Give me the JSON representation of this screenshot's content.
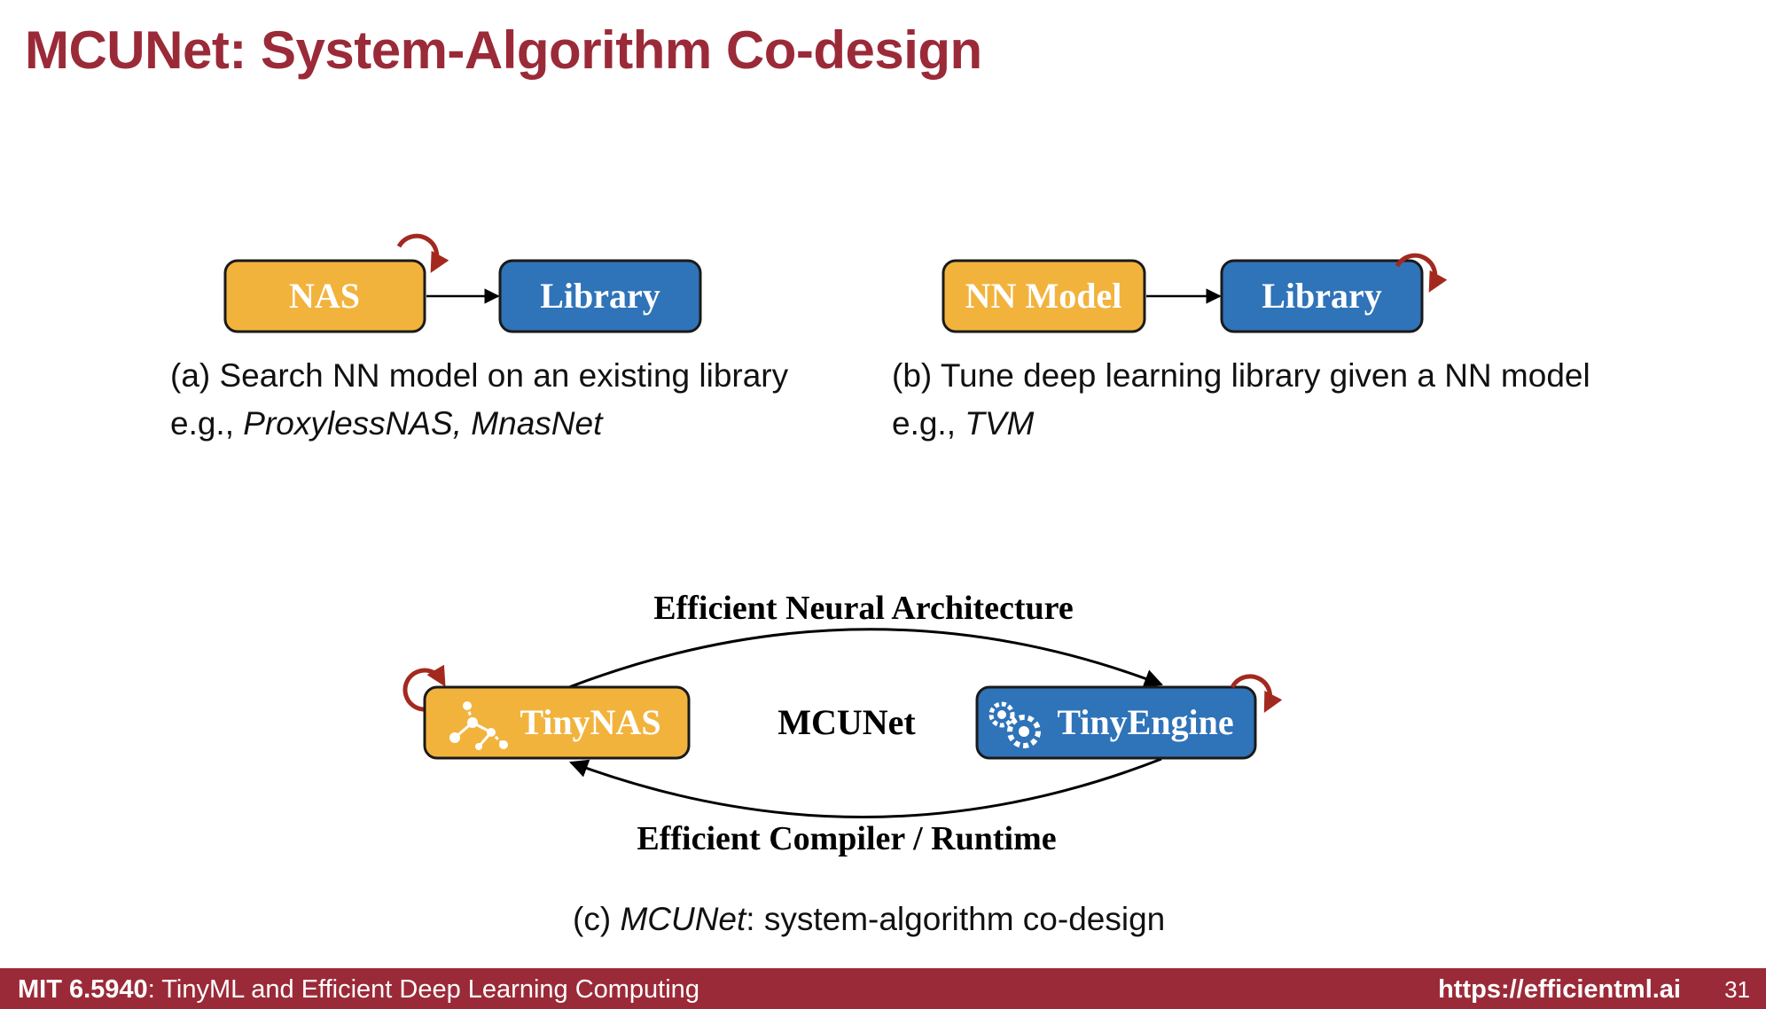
{
  "slide": {
    "title": "MCUNet: System-Algorithm Co-design"
  },
  "panel_a": {
    "box_left": "NAS",
    "box_right": "Library",
    "caption_line1": "(a) Search NN model on an existing library",
    "caption_prefix": "e.g., ",
    "caption_examples": "ProxylessNAS, MnasNet"
  },
  "panel_b": {
    "box_left": "NN Model",
    "box_right": "Library",
    "caption_line1": "(b) Tune deep learning library given a NN model",
    "caption_prefix": "e.g., ",
    "caption_examples": "TVM"
  },
  "panel_c": {
    "top_label": "Efficient Neural Architecture",
    "center_label": "MCUNet",
    "bottom_label": "Efficient Compiler / Runtime",
    "box_left": "TinyNAS",
    "box_right": "TinyEngine",
    "box_left_icon": "network-graph-icon",
    "box_right_icon": "gears-icon",
    "caption_prefix": "(c) ",
    "caption_name": "MCUNet",
    "caption_suffix": ": system-algorithm co-design"
  },
  "footer": {
    "course_code": "MIT 6.5940",
    "course_title": ": TinyML and Efficient Deep Learning Computing",
    "url": "https://efficientml.ai",
    "page_number": "31"
  },
  "colors": {
    "title": "#9b2a38",
    "orange_box": "#f2b33d",
    "blue_box": "#2f73b8",
    "loop_arrow": "#a3291f",
    "footer_bg": "#9b2a38"
  }
}
